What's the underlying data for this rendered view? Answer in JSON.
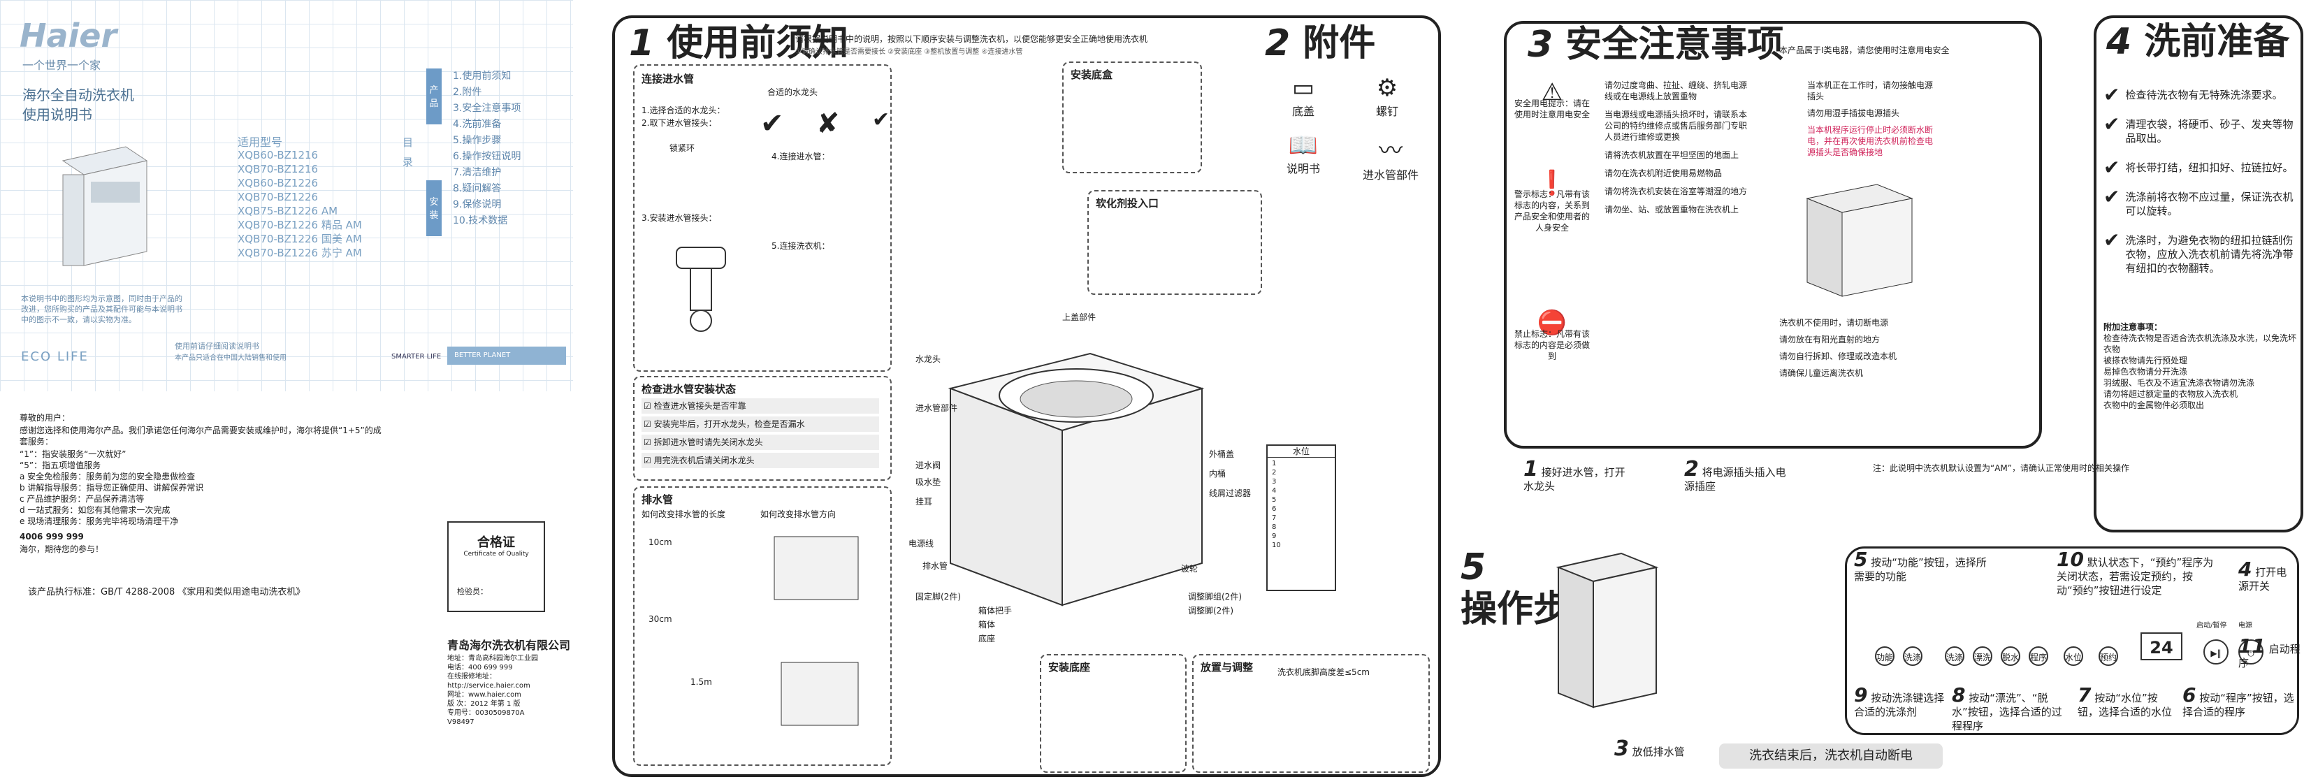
{
  "cover": {
    "brand": "Haier",
    "slogan": "一个世界一个家",
    "title_line1": "海尔全自动洗衣机",
    "title_line2": "使用说明书",
    "applicable_label": "适用型号",
    "models": [
      "XQB60-BZ1216",
      "XQB70-BZ1216",
      "XQB60-BZ1226",
      "XQB70-BZ1226",
      "XQB75-BZ1226 AM",
      "XQB70-BZ1226 精品 AM",
      "XQB70-BZ1226 国美 AM",
      "XQB70-BZ1226 苏宁 AM"
    ],
    "toc_label": "目录",
    "section_labels": [
      "产品",
      "安装"
    ],
    "toc": [
      "1.使用前须知",
      "2.附件",
      "3.安全注意事项",
      "4.洗前准备",
      "5.操作步骤",
      "6.操作按钮说明",
      "7.清洁维护",
      "8.疑问解答",
      "9.保修说明",
      "10.技术数据"
    ],
    "notice": "本说明书中的图形均为示意图，同时由于产品的改进，您所购买的产品及其配件可能与本说明书中的图示不一致，请以实物为准。",
    "ecolife": "ECO LIFE",
    "footer_text": "使用前请仔细阅读说明书",
    "footer_sub": "本产品只适合在中国大陆销售和使用",
    "smarter": "SMARTER LIFE",
    "better": "BETTER PLANET"
  },
  "letter": {
    "salutation": "尊敬的用户：",
    "body": "感谢您选择和使用海尔产品。我们承诺您任何海尔产品需要安装或维护时，海尔将提供“1+5”的成套服务：",
    "items": [
      "“1”：指安装服务“一次就好”",
      "“5”：指五项增值服务",
      "a 安全免检服务：服务前为您的安全隐患做检查",
      "b 讲解指导服务：指导您正确使用、讲解保养常识",
      "c 产品维护服务：产品保养清洁等",
      "d 一站式服务：如您有其他需求一次完成",
      "e 现场清理服务：服务完毕将现场清理干净"
    ],
    "closing": "海尔，期待您的参与！",
    "hotline": "4006 999 999",
    "standard": "该产品执行标准：GB/T 4288-2008 《家用和类似用途电动洗衣机》"
  },
  "certificate": {
    "title": "合格证",
    "subtitle": "Certificate of Quality",
    "inspector": "检验员："
  },
  "company": {
    "name": "青岛海尔洗衣机有限公司",
    "address": "地址：青岛高科园海尔工业园",
    "tel": "电话：400 699 999",
    "service": "在线报修地址：http://service.haier.com",
    "web": "网址：www.haier.com",
    "edition": "版  次：2012 年第 1 版",
    "code": "专用号：0030509870A",
    "version": "V98497"
  },
  "section1": {
    "num": "1",
    "title": "使用前须知",
    "subtitle": "请根据说明书中的说明，按照以下顺序安装与调整洗衣机，以便您能够更安全正确地使用洗衣机",
    "sub2": "①请确认排水管是否需要接长  ②安装底座  ③整机放置与调整  ④连接进水管",
    "cards": {
      "inlet": {
        "title": "连接进水管",
        "s1": "1.选择合适的水龙头：",
        "s2": "2.取下进水管接头：",
        "s3": "3.安装进水管接头：",
        "s4": "4.连接进水管：",
        "s5": "5.连接洗衣机：",
        "tap_label": "合适的水龙头",
        "lock_nut": "锁紧环"
      },
      "base": {
        "title": "安装底盒"
      },
      "softener": {
        "title": "软化剂投入口"
      },
      "check": {
        "title": "检查进水管安装状态",
        "items": [
          "检查进水管接头是否牢靠",
          "安装完毕后，打开水龙头，检查是否漏水",
          "拆卸进水管时请先关闭水龙头",
          "用完洗衣机后请关闭水龙头"
        ]
      },
      "drain": {
        "title": "排水管",
        "q1": "如何改变排水管的长度",
        "q2": "如何改变排水管方向",
        "len1": "10cm",
        "len2": "30cm",
        "len3": "1.5m"
      },
      "install_base": {
        "title": "安装底座"
      },
      "placement": {
        "title": "放置与调整",
        "note": "洗衣机底脚高度差≤5cm"
      }
    },
    "parts": [
      "上盖部件",
      "水龙头",
      "进水管部件",
      "外桶盖",
      "内桶",
      "线屑过滤器",
      "波轮",
      "进水阀",
      "吸水垫",
      "挂耳",
      "电源线",
      "排水管",
      "固定脚(2件)",
      "调整脚组(2件)",
      "调整脚(2件)",
      "箱体",
      "底座",
      "箱体把手"
    ],
    "water_table_title": "水位",
    "water_levels": [
      "1",
      "2",
      "3",
      "4",
      "5",
      "6",
      "7",
      "8",
      "9",
      "10"
    ]
  },
  "section2": {
    "num": "2",
    "title": "附件",
    "items": [
      "底盖",
      "螺钉",
      "说明书",
      "进水管部件"
    ]
  },
  "section3": {
    "num": "3",
    "title": "安全注意事项",
    "sub": "本产品属于Ⅰ类电器，请您使用时注意用电安全",
    "ground_label": "安全用电提示：请在使用时注意用电安全",
    "warn_label": "警示标志：凡带有该标志的内容，关系到产品安全和使用者的人身安全",
    "forbid_label": "禁止标志：凡带有该标志的内容是必须做到",
    "items": [
      "请勿过度弯曲、拉扯、缠绕、挤轧电源线或在电源线上放置重物",
      "当电源线或电源插头损坏时，请联系本公司的特约维修点或售后服务部门专职人员进行维修或更换",
      "当本机正在工作时，请勿接触电源插头",
      "请勿用湿手插拔电源插头",
      "请将洗衣机放置在平坦坚固的地面上",
      "请勿在洗衣机附近使用易燃物品",
      "洗衣机不使用时，请切断电源",
      "请勿将洗衣机安装在浴室等潮湿的地方",
      "请勿放在有阳光直射的地方",
      "请勿自行拆卸、修理或改造本机",
      "请勿坐、站、或放置重物在洗衣机上",
      "请确保儿童远离洗衣机"
    ],
    "red_note": "当本机程序运行停止时必须断水断电，并在再次使用洗衣机前检查电源插头是否确保接地"
  },
  "section4": {
    "num": "4",
    "title": "洗前准备",
    "items": [
      "检查待洗衣物有无特殊洗涤要求。",
      "清理衣袋，将硬币、砂子、发夹等物品取出。",
      "将长带打结，纽扣扣好、拉链拉好。",
      "洗涤前将衣物不应过量，保证洗衣机可以旋转。",
      "洗涤时，为避免衣物的纽扣拉链刮伤衣物，应放入洗衣机前请先将洗净带有纽扣的衣物翻转。"
    ],
    "note_title": "附加注意事项：",
    "notes": [
      "检查待洗衣物是否适合洗衣机洗涤及水洗，以免洗坏衣物",
      "被搽衣物请先行预处理",
      "易掉色衣物请分开洗涤",
      "羽绒服、毛衣及不适宜洗涤衣物请勿洗涤",
      "请勿将超过额定量的衣物放入洗衣机",
      "衣物中的金属物件必须取出"
    ]
  },
  "section5": {
    "num": "5",
    "title": "操作步骤",
    "steps": [
      {
        "n": "1",
        "text": "接好进水管，打开水龙头"
      },
      {
        "n": "2",
        "text": "将电源插头插入电源插座"
      },
      {
        "n": "3",
        "text": "放低排水管"
      },
      {
        "n": "4",
        "text": "打开电源开关"
      },
      {
        "n": "5",
        "text": "按动“功能”按钮，选择所需要的功能"
      },
      {
        "n": "6",
        "text": "按动“程序”按钮，选择合适的程序"
      },
      {
        "n": "7",
        "text": "按动“水位”按钮，选择合适的水位"
      },
      {
        "n": "8",
        "text": "按动“漂洗”、“脱水”按钮，选择合适的过程程序"
      },
      {
        "n": "9",
        "text": "按动洗涤键选择合适的洗涤剂"
      },
      {
        "n": "10",
        "text": "默认状态下，“预约”程序为关闭状态，若需设定预约，按动“预约”按钮进行设定"
      },
      {
        "n": "11",
        "text": "启动程序"
      }
    ],
    "end_banner": "洗衣结束后，洗衣机自动断电",
    "note": "注：此说明中洗衣机默认设置为“AM”，请确认正常使用时的相关操作",
    "display_value": "24",
    "start_label": "启动/暂停",
    "power_label": "电源"
  }
}
